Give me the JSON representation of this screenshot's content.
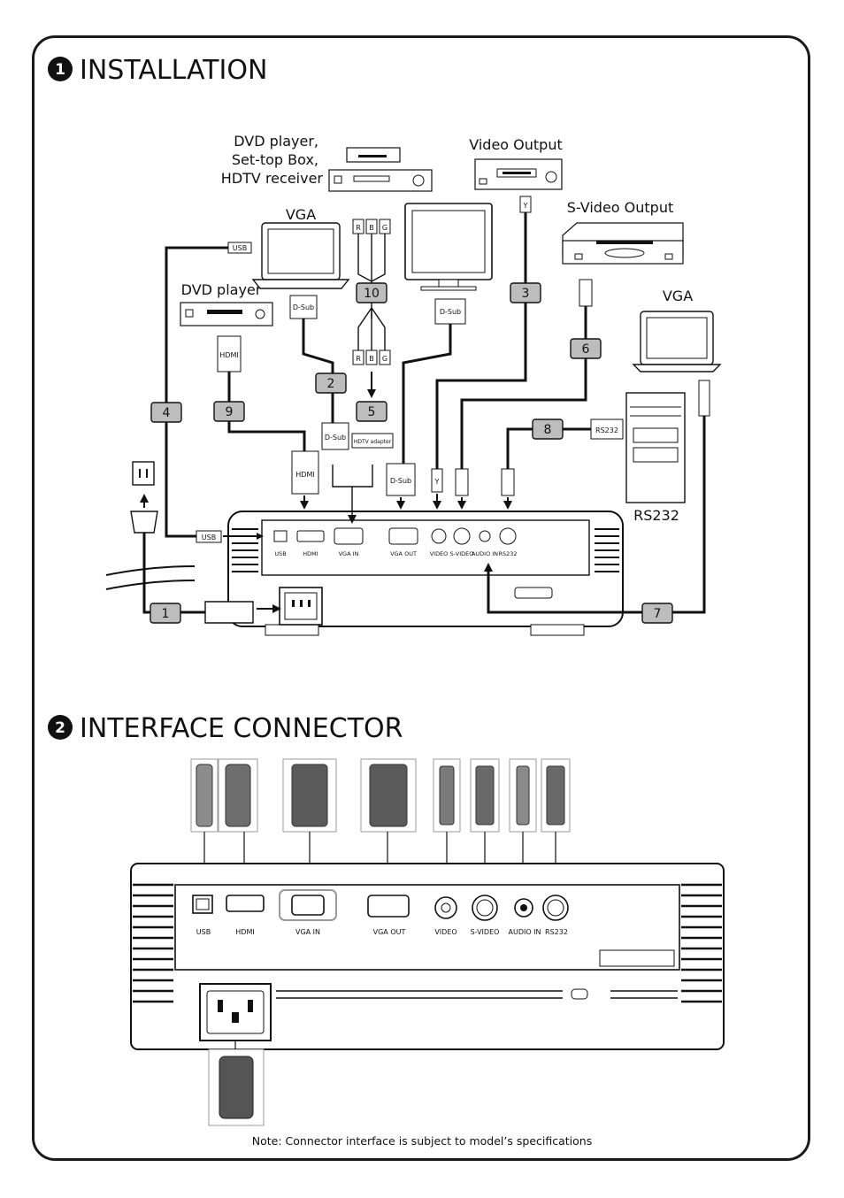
{
  "sections": {
    "installation": {
      "badge": "1",
      "title": "INSTALLATION"
    },
    "interface": {
      "badge": "2",
      "title": "INTERFACE CONNECTOR"
    }
  },
  "devices": {
    "dvd_stb_line1": "DVD player,",
    "dvd_stb_line2": "Set-top Box,",
    "dvd_stb_line3": "HDTV receiver",
    "video_output": "Video Output",
    "svideo_output": "S-Video Output",
    "vga_top": "VGA",
    "vga_right": "VGA",
    "dvd_player": "DVD player",
    "rs232_pc": "RS232"
  },
  "cables": [
    "1",
    "2",
    "3",
    "4",
    "5",
    "6",
    "7",
    "8",
    "9",
    "10"
  ],
  "plug_labels": {
    "usb": "USB",
    "dsub": "D-Sub",
    "hdmi": "HDMI",
    "y": "Y",
    "r": "R",
    "b": "B",
    "g": "G",
    "hdtv_adapter": "HDTV adapter",
    "rs232": "RS232"
  },
  "ports": [
    "USB",
    "HDMI",
    "VGA IN",
    "VGA OUT",
    "VIDEO",
    "S-VIDEO",
    "AUDIO IN",
    "RS232"
  ],
  "note": "Note: Connector interface is subject to model’s specifications"
}
